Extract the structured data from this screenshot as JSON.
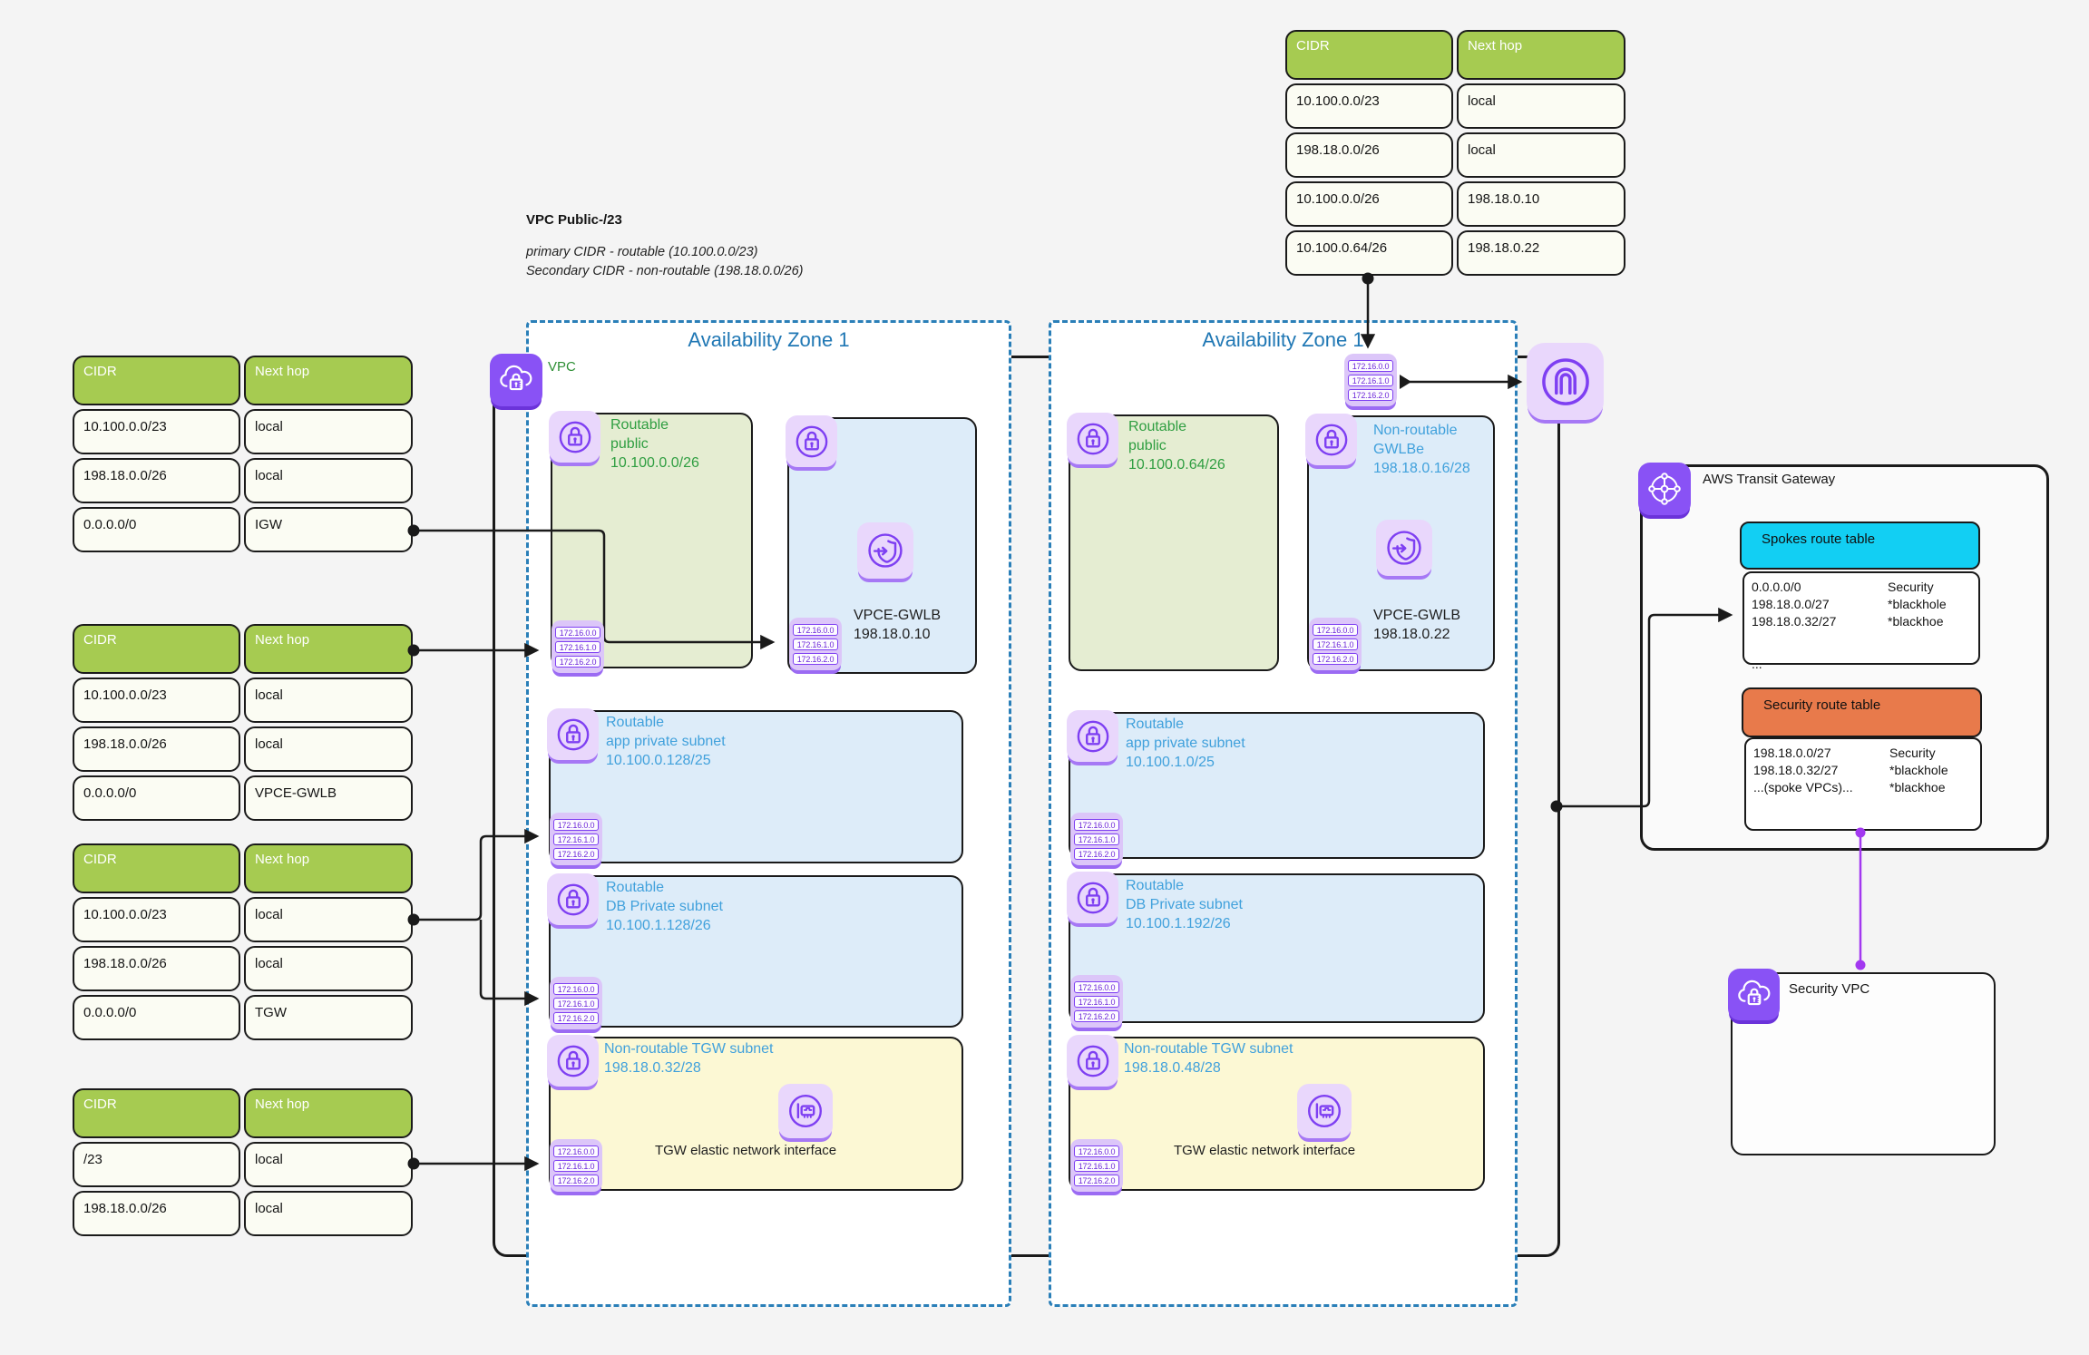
{
  "notes": {
    "title": "VPC Public-/23",
    "line1": "primary CIDR - routable (10.100.0.0/23)",
    "line2": "Secondary CIDR - non-routable (198.18.0.0/26)"
  },
  "table_headers": {
    "cidr": "CIDR",
    "next_hop": "Next hop"
  },
  "tables": {
    "igw_rt": {
      "rows": [
        [
          "10.100.0.0/23",
          "local"
        ],
        [
          "198.18.0.0/26",
          "local"
        ],
        [
          "0.0.0.0/0",
          "IGW"
        ]
      ]
    },
    "public_rt": {
      "rows": [
        [
          "10.100.0.0/23",
          "local"
        ],
        [
          "198.18.0.0/26",
          "local"
        ],
        [
          "0.0.0.0/0",
          "VPCE-GWLB"
        ]
      ]
    },
    "private_rt": {
      "rows": [
        [
          "10.100.0.0/23",
          "local"
        ],
        [
          "198.18.0.0/26",
          "local"
        ],
        [
          "0.0.0.0/0",
          "TGW"
        ]
      ]
    },
    "tgw_subnet_rt": {
      "rows": [
        [
          "/23",
          "local"
        ],
        [
          "198.18.0.0/26",
          "local"
        ]
      ]
    },
    "gwlbe_rt": {
      "rows": [
        [
          "10.100.0.0/23",
          "local"
        ],
        [
          "198.18.0.0/26",
          "local"
        ],
        [
          "10.100.0.0/26",
          "198.18.0.10"
        ],
        [
          "10.100.0.64/26",
          "198.18.0.22"
        ]
      ]
    }
  },
  "net_labels": [
    "172.16.0.0",
    "172.16.1.0",
    "172.16.2.0"
  ],
  "vpc": {
    "label": "VPC"
  },
  "az1": {
    "title": "Availability Zone 1",
    "public_subnet": {
      "l1": "Routable",
      "l2": "public",
      "l3": "10.100.0.0/26"
    },
    "vpce": {
      "name": "VPCE-GWLB",
      "ip": "198.18.0.10"
    },
    "app_subnet": {
      "l1": "Routable",
      "l2": "app private subnet",
      "l3": "10.100.0.128/25"
    },
    "db_subnet": {
      "l1": "Routable",
      "l2": "DB Private subnet",
      "l3": "10.100.1.128/26"
    },
    "tgw_subnet": {
      "l1": "Non-routable TGW subnet",
      "l2": "198.18.0.32/28",
      "eni": "TGW elastic network interface"
    }
  },
  "az2": {
    "title": "Availability Zone 1",
    "public_subnet": {
      "l1": "Routable",
      "l2": "public",
      "l3": "10.100.0.64/26"
    },
    "gwlbe_subnet": {
      "l1": "Non-routable",
      "l2": "GWLBe",
      "l3": "198.18.0.16/28"
    },
    "vpce": {
      "name": "VPCE-GWLB",
      "ip": "198.18.0.22"
    },
    "app_subnet": {
      "l1": "Routable",
      "l2": "app private subnet",
      "l3": "10.100.1.0/25"
    },
    "db_subnet": {
      "l1": "Routable",
      "l2": "DB Private subnet",
      "l3": "10.100.1.192/26"
    },
    "tgw_subnet": {
      "l1": "Non-routable TGW subnet",
      "l2": "198.18.0.48/28",
      "eni": "TGW elastic network interface"
    }
  },
  "transit_gateway": {
    "label": "AWS Transit Gateway",
    "spokes_table": {
      "title": "Spokes route table",
      "rows": [
        [
          "0.0.0.0/0",
          "Security"
        ],
        [
          "198.18.0.0/27",
          "*blackhole"
        ],
        [
          "198.18.0.32/27",
          "*blackhoe"
        ]
      ],
      "ellipsis": "..."
    },
    "security_table": {
      "title": "Security route table",
      "rows": [
        [
          "198.18.0.0/27",
          "Security"
        ],
        [
          "198.18.0.32/27",
          "*blackhole"
        ],
        [
          "...(spoke VPCs)...",
          "*blackhoe"
        ]
      ]
    }
  },
  "security_vpc": {
    "label": "Security VPC"
  },
  "colors": {
    "table_header_green": "#a6cb51",
    "cell_bg": "#fbfcf3",
    "subnet_green_bg": "#e5edd2",
    "subnet_blue_bg": "#ddecf9",
    "subnet_yellow_bg": "#fcf8d4",
    "spokes_header_cyan": "#12cff3",
    "security_header_orange": "#e87a4b",
    "icon_purple": "#8952f5",
    "icon_lilac": "#e9d7fc",
    "az_border_blue": "#2a7fb8",
    "text_green": "#2f9e41",
    "text_blue": "#41a1dc",
    "connector_purple": "#a238f0"
  }
}
